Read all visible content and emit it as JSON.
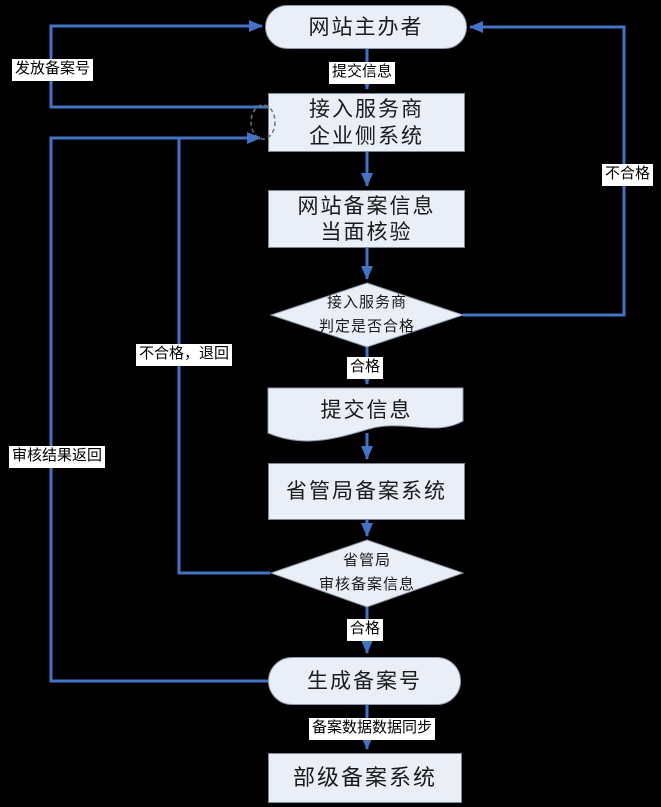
{
  "colors": {
    "background": "#000000",
    "flow-line": "#4472c4",
    "shape-fill": "#e9eef7",
    "shape-border": "#8f9aad",
    "rect-border": "#7f8591",
    "label-bg": "#ffffff",
    "text": "#1a1a1a"
  },
  "nodes": {
    "website_sponsor": {
      "label": "网站主办者"
    },
    "isp_enterprise_system": {
      "line1": "接入服务商",
      "line2": "企业侧系统"
    },
    "onsite_verification": {
      "line1": "网站备案信息",
      "line2": "当面核验"
    },
    "isp_decision": {
      "line1": "接入服务商",
      "line2": "判定是否合格"
    },
    "submit_info_doc": {
      "label": "提交信息"
    },
    "provincial_system": {
      "label": "省管局备案系统"
    },
    "provincial_review": {
      "line1": "省管局",
      "line2": "审核备案信息"
    },
    "generate_number": {
      "label": "生成备案号"
    },
    "ministry_system": {
      "label": "部级备案系统"
    }
  },
  "edge_labels": {
    "submit_info": "提交信息",
    "issue_number": "发放备案号",
    "unqualified": "不合格",
    "qualified_1": "合格",
    "unqualified_return": "不合格，退回",
    "review_result_return": "审核结果返回",
    "qualified_2": "合格",
    "data_sync": "备案数据数据同步"
  }
}
